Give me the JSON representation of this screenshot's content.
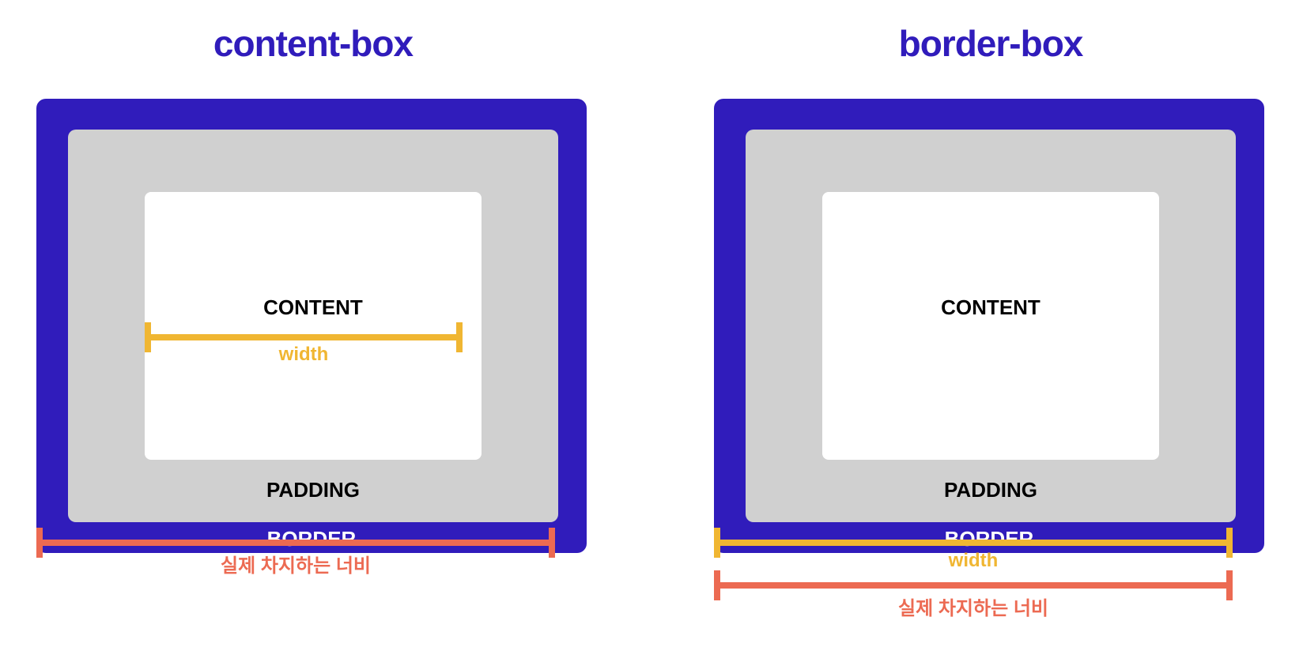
{
  "colors": {
    "title": "#301cbb",
    "border": "#301cbb",
    "padding": "#d0d0d0",
    "content": "#ffffff",
    "width_measure": "#f0b632",
    "actual_width_measure": "#ec6a52"
  },
  "content_box": {
    "title": "content-box",
    "content_label": "CONTENT",
    "padding_label": "PADDING",
    "border_label": "BORDER",
    "width_label": "width",
    "actual_width_label": "실제 차지하는 너비"
  },
  "border_box": {
    "title": "border-box",
    "content_label": "CONTENT",
    "padding_label": "PADDING",
    "border_label": "BORDER",
    "width_label": "width",
    "actual_width_label": "실제 차지하는 너비"
  }
}
